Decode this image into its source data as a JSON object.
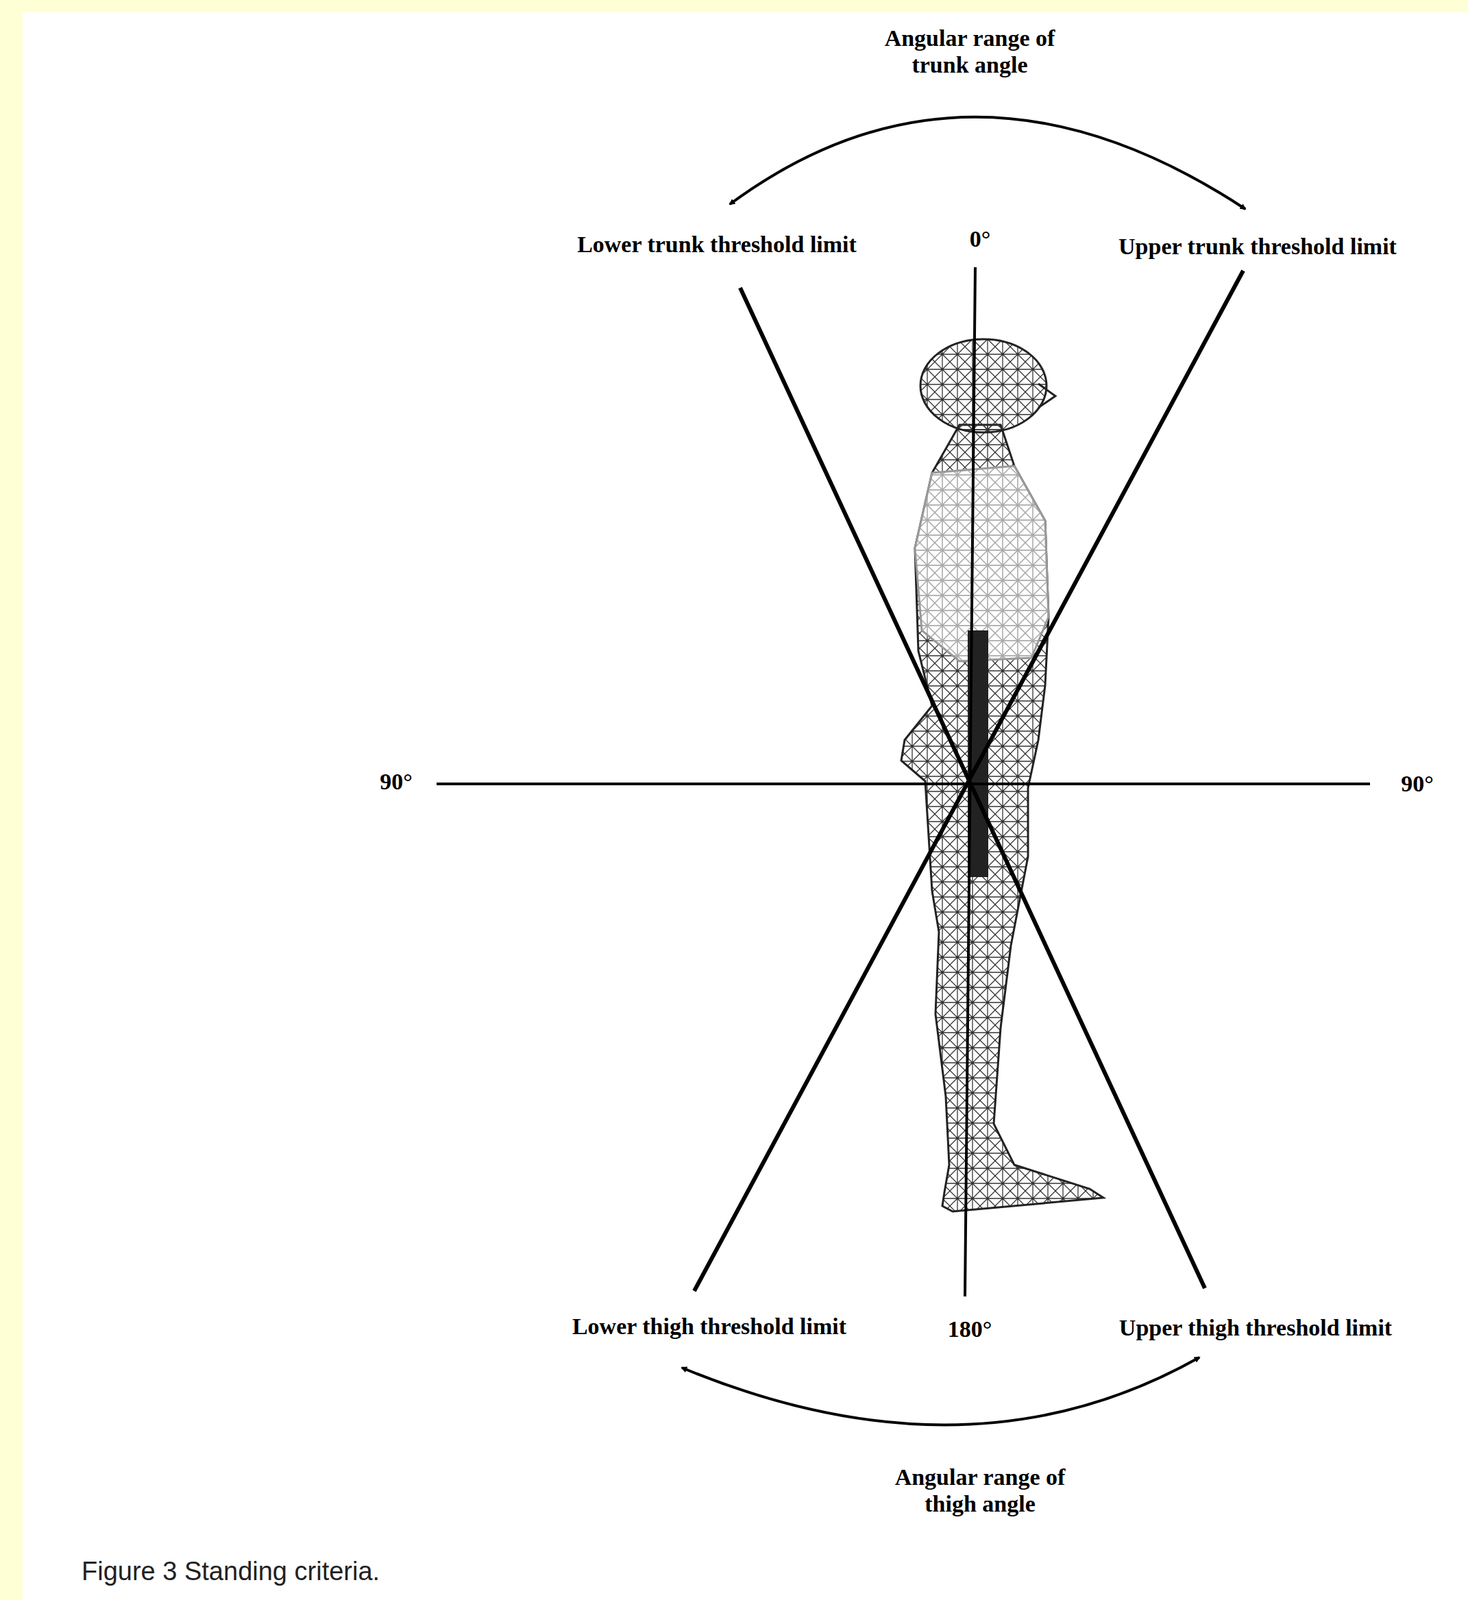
{
  "diagram": {
    "caption": "Figure 3 Standing criteria.",
    "labels": [
      "Angular range of trunk angle",
      "Lower trunk threshold limit",
      "0°",
      "Upper trunk threshold limit",
      "90°",
      "90°",
      "Lower thigh threshold limit",
      "180°",
      "Upper thigh threshold limit",
      "Angular range of thigh angle"
    ]
  }
}
